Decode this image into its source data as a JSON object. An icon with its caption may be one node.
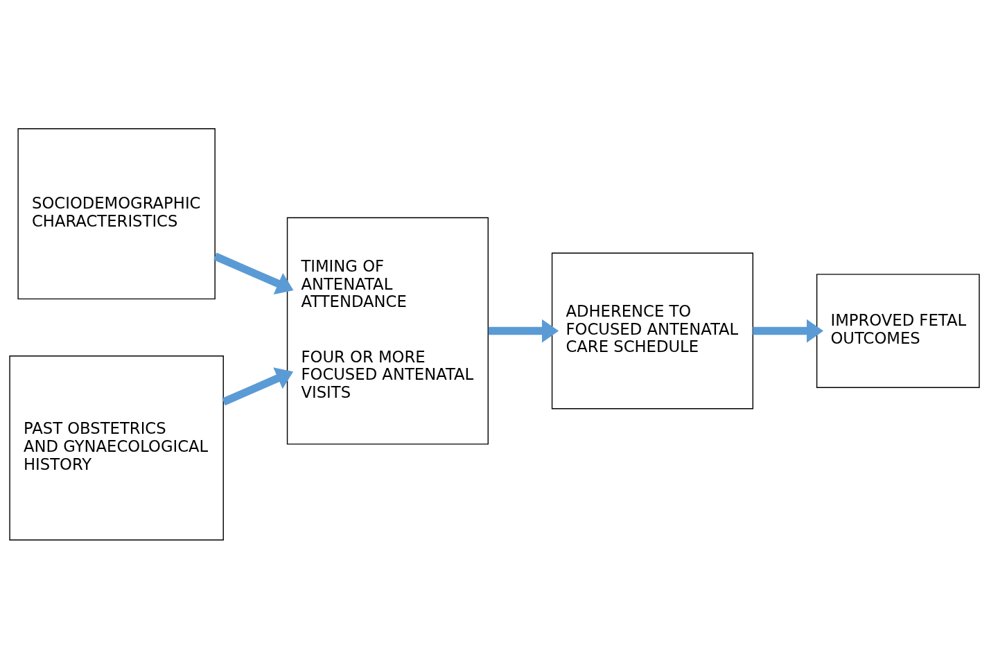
{
  "diagram": {
    "nodes": [
      {
        "text": [
          "SOCIODEMOGRAPHIC CHARACTERISTICS"
        ]
      },
      {
        "text": [
          "TIMING OF ANTENATAL ATTENDANCE",
          "FOUR OR MORE FOCUSED ANTENATAL VISITS"
        ]
      },
      {
        "text": [
          "ADHERENCE TO FOCUSED ANTENATAL CARE SCHEDULE"
        ]
      },
      {
        "text": [
          "IMPROVED FETAL OUTCOMES"
        ]
      },
      {
        "text": [
          "PAST OBSTETRICS AND GYNAECOLOGICAL HISTORY"
        ]
      }
    ],
    "edges": [
      {
        "from": 0,
        "to": 1,
        "arrow": "to"
      },
      {
        "from": 4,
        "to": 1,
        "arrow": "to"
      },
      {
        "from": 1,
        "to": 2,
        "arrow": "to"
      },
      {
        "from": 2,
        "to": 3,
        "arrow": "to"
      }
    ]
  }
}
